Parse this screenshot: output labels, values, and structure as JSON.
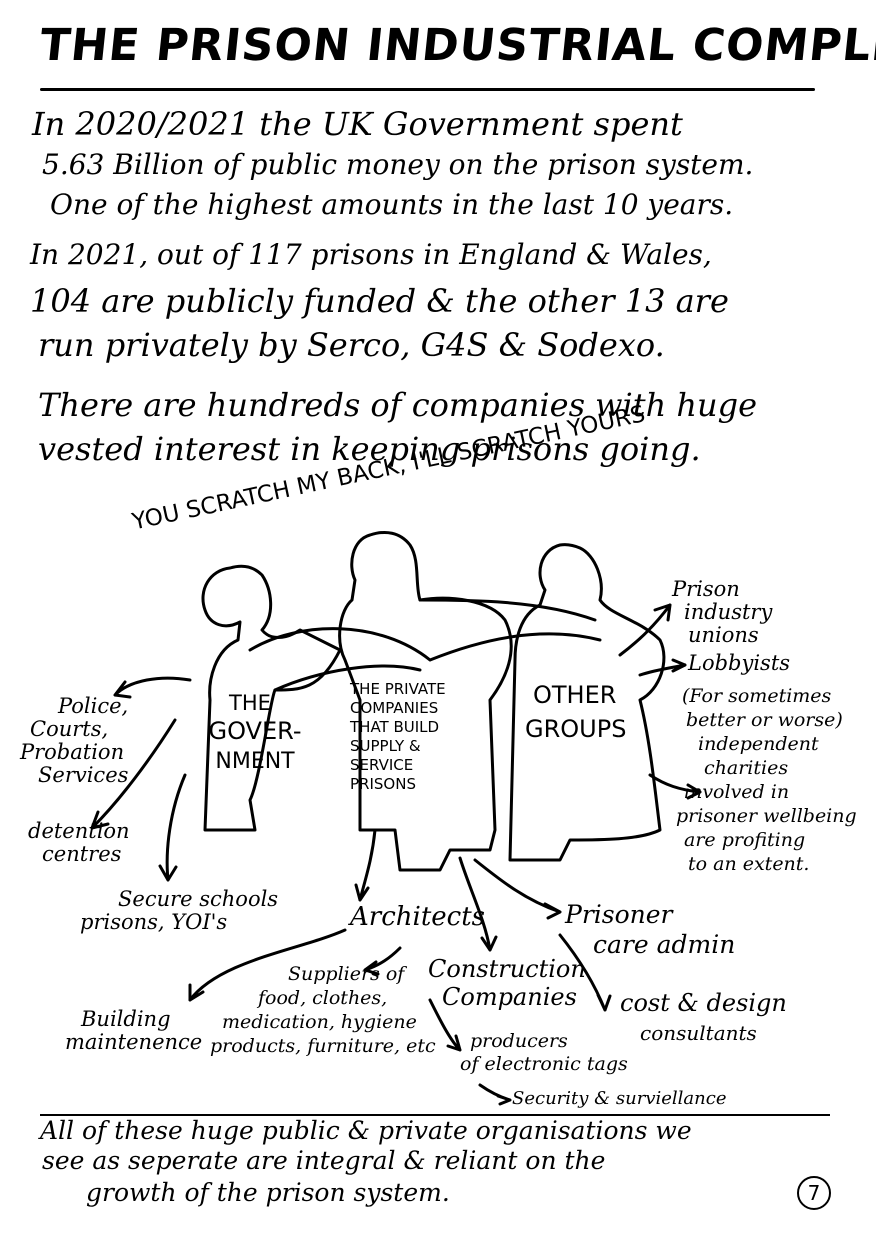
{
  "title": "THE PRISON INDUSTRIAL COMPLEX",
  "intro": {
    "line1": "In 2020/2021 the UK Government spent",
    "line2": "5.63 Billion of public money on the prison system.",
    "line3": "One of the highest amounts in the last 10 years."
  },
  "prisons": {
    "line1": "In 2021, out of 117 prisons in England & Wales,",
    "line2": "104 are publicly funded & the other 13 are",
    "line3": "run privately by Serco, G4S & Sodexo."
  },
  "vested": {
    "line1": "There are hundreds of companies with huge",
    "line2": "vested interest in keeping prisons going."
  },
  "illustration": {
    "slogan": "YOU SCRATCH MY BACK, I'LL SCRATCH YOURS",
    "government_l1": "THE",
    "government_l2": "GOVER-",
    "government_l3": "NMENT",
    "private_l1": "THE PRIVATE",
    "private_l2": "COMPANIES",
    "private_l3": "THAT BUILD",
    "private_l4": "SUPPLY &",
    "private_l5": "SERVICE",
    "private_l6": "PRISONS",
    "other_l1": "OTHER",
    "other_l2": "GROUPS"
  },
  "labels": {
    "police_l1": "Police,",
    "police_l2": "Courts,",
    "police_l3": "Probation",
    "police_l4": "Services",
    "detention_l1": "detention",
    "detention_l2": "centres",
    "secure_l1": "Secure schools",
    "secure_l2": "prisons, YOI's",
    "unions_l1": "Prison",
    "unions_l2": "industry",
    "unions_l3": "unions",
    "lobbyists": "Lobbyists",
    "charities_l1": "(For sometimes",
    "charities_l2": "better or worse)",
    "charities_l3": "independent",
    "charities_l4": "charities",
    "charities_l5": "involved in",
    "charities_l6": "prisoner wellbeing",
    "charities_l7": "are profiting",
    "charities_l8": "to an extent.",
    "architects": "Architects",
    "prisoner_care_l1": "Prisoner",
    "prisoner_care_l2": "care admin",
    "building_l1": "Building",
    "building_l2": "maintenence",
    "suppliers_l1": "Suppliers of",
    "suppliers_l2": "food, clothes,",
    "suppliers_l3": "medication, hygiene",
    "suppliers_l4": "products, furniture, etc",
    "construction_l1": "Construction",
    "construction_l2": "Companies",
    "cost_l1": "cost & design",
    "cost_l2": "consultants",
    "tags_l1": "producers",
    "tags_l2": "of electronic tags",
    "security": "Security & surviellance"
  },
  "footer": {
    "line1": "All of these huge public & private organisations we",
    "line2": "see as seperate are integral & reliant on the",
    "line3": "growth of the prison system."
  },
  "page_number": "7"
}
